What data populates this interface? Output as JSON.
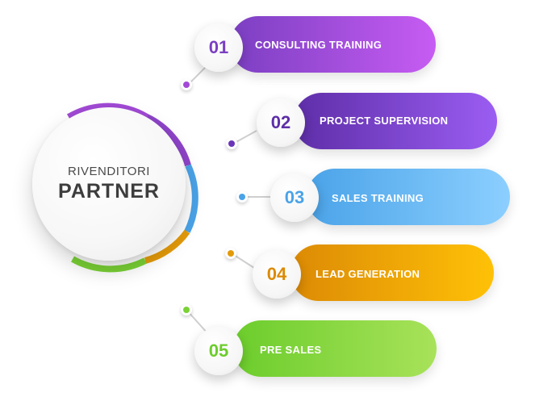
{
  "hub": {
    "subtitle": "RIVENDITORI",
    "title": "PARTNER"
  },
  "steps": [
    {
      "number": "01",
      "label": "CONSULTING TRAINING",
      "color_start": "#7b3fc2",
      "color_end": "#c75cf3",
      "dot": "#a24ad6"
    },
    {
      "number": "02",
      "label": "PROJECT SUPERVISION",
      "color_start": "#5e2ea8",
      "color_end": "#9b5df2",
      "dot": "#6b35b8"
    },
    {
      "number": "03",
      "label": "SALES TRAINING",
      "color_start": "#4aa3e8",
      "color_end": "#8ccfff",
      "dot": "#4aa3e8"
    },
    {
      "number": "04",
      "label": "LEAD GENERATION",
      "color_start": "#dc8a05",
      "color_end": "#ffc107",
      "dot": "#e39a0a"
    },
    {
      "number": "05",
      "label": "PRE SALES",
      "color_start": "#6ccd2c",
      "color_end": "#a8e25a",
      "dot": "#7ad236"
    }
  ]
}
